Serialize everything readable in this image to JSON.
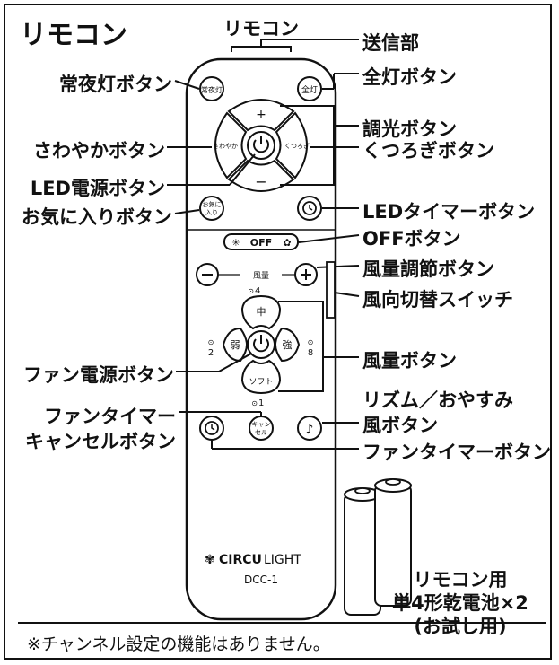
{
  "title": "リモコン",
  "remote_heading": "リモコン",
  "labels": {
    "transmitter": "送信部",
    "night_light": "常夜灯ボタン",
    "full_light": "全灯ボタン",
    "dimmer": "調光ボタン",
    "refresh": "さわやかボタン",
    "relax": "くつろぎボタン",
    "led_power": "LED電源ボタン",
    "favorite": "お気に入りボタン",
    "led_timer": "LEDタイマーボタン",
    "off": "OFFボタン",
    "fan_speed_adjust": "風量調節ボタン",
    "direction_switch": "風向切替スイッチ",
    "fan_speed": "風量ボタン",
    "fan_power": "ファン電源ボタン",
    "rhythm_line1": "リズム／おやすみ",
    "rhythm_line2": "風ボタン",
    "fan_timer_cancel_line1": "ファンタイマー",
    "fan_timer_cancel_line2": "キャンセルボタン",
    "fan_timer": "ファンタイマーボタン",
    "battery_line1": "リモコン用",
    "battery_line2": "単4形乾電池×2",
    "battery_line3": "(お試し用)"
  },
  "remote": {
    "btn_night": "常夜灯",
    "btn_full": "全灯",
    "btn_refresh": "さわやか",
    "btn_relax": "くつろぎ",
    "btn_fav_line1": "お気に",
    "btn_fav_line2": "入り",
    "off_bar": "OFF",
    "fan_label": "風量",
    "fan_mid": "中",
    "fan_weak": "弱",
    "fan_strong": "強",
    "fan_soft": "ソフト",
    "timer_4": "4",
    "timer_2": "2",
    "timer_8": "8",
    "timer_1": "1",
    "btn_cancel_line1": "キャン",
    "btn_cancel_line2": "セル",
    "brand_bold": "CIRCU",
    "brand_light": "LIGHT",
    "model": "DCC-1",
    "plus": "+",
    "minus": "−"
  },
  "note": "※チャンネル設定の機能はありません。"
}
